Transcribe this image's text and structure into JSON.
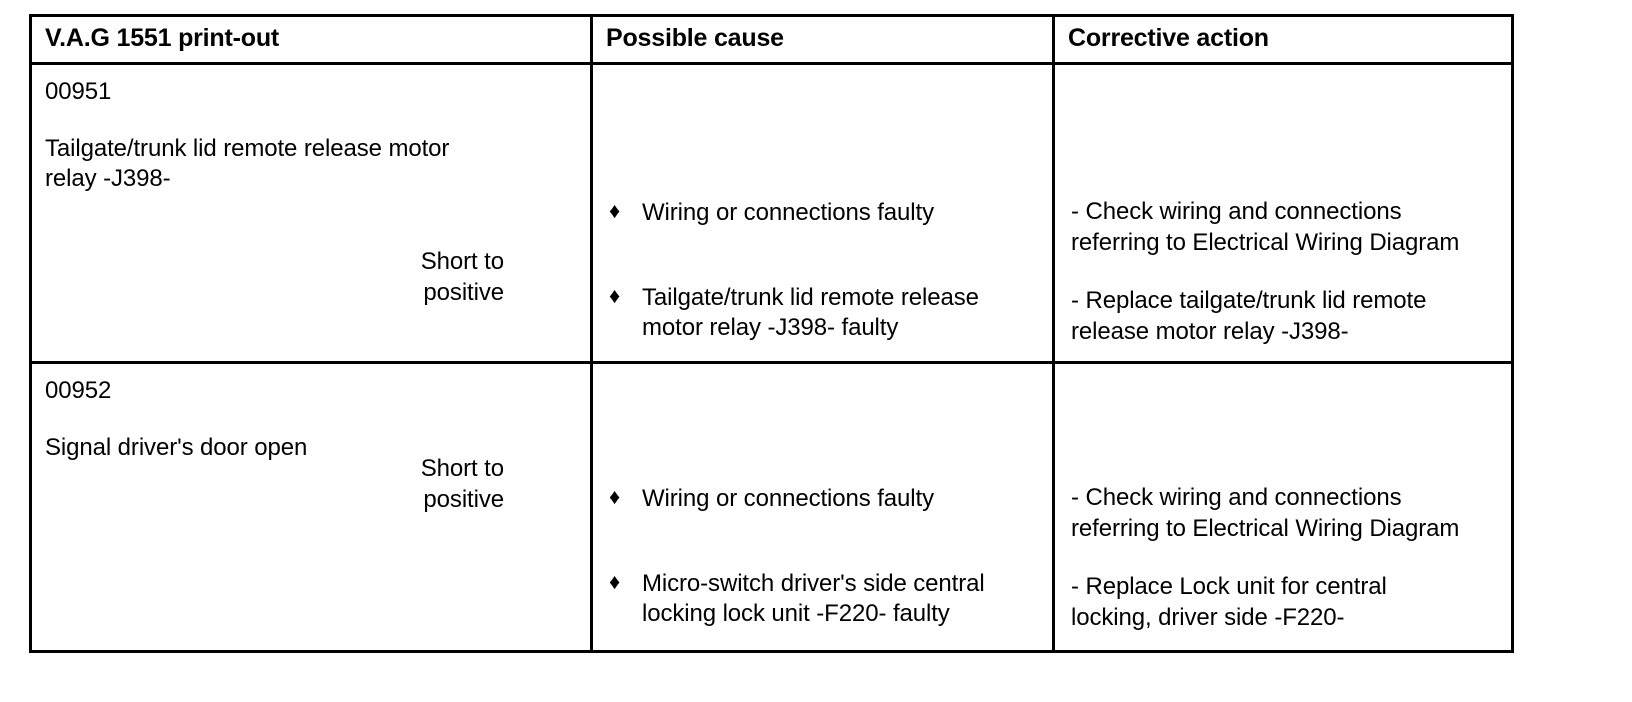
{
  "table": {
    "headers": {
      "print_out": "V.A.G 1551 print-out",
      "possible_cause": "Possible cause",
      "corrective_action": "Corrective action"
    },
    "bullet_glyph": "♦",
    "rows": [
      {
        "code": "00951",
        "description_line1": "Tailgate/trunk lid remote release motor",
        "description_line2": "relay -J398-",
        "signal_line1": "Short to",
        "signal_line2": "positive",
        "causes": [
          {
            "line1": "Wiring or connections faulty",
            "line2": ""
          },
          {
            "line1": "Tailgate/trunk lid remote release",
            "line2": "motor relay -J398- faulty"
          }
        ],
        "actions": [
          {
            "line1": "- Check wiring and connections",
            "line2": "referring to Electrical Wiring Diagram"
          },
          {
            "line1": "- Replace tailgate/trunk lid remote",
            "line2": "release motor relay -J398-"
          }
        ]
      },
      {
        "code": "00952",
        "description_line1": "Signal driver's door open",
        "description_line2": "",
        "signal_line1": "Short to",
        "signal_line2": "positive",
        "causes": [
          {
            "line1": "Wiring or connections faulty",
            "line2": ""
          },
          {
            "line1": "Micro-switch driver's side central",
            "line2": "locking lock unit -F220- faulty"
          }
        ],
        "actions": [
          {
            "line1": "- Check wiring and connections",
            "line2": "referring to Electrical Wiring Diagram"
          },
          {
            "line1": "- Replace Lock unit for central",
            "line2": "locking, driver side -F220-"
          }
        ]
      }
    ]
  }
}
